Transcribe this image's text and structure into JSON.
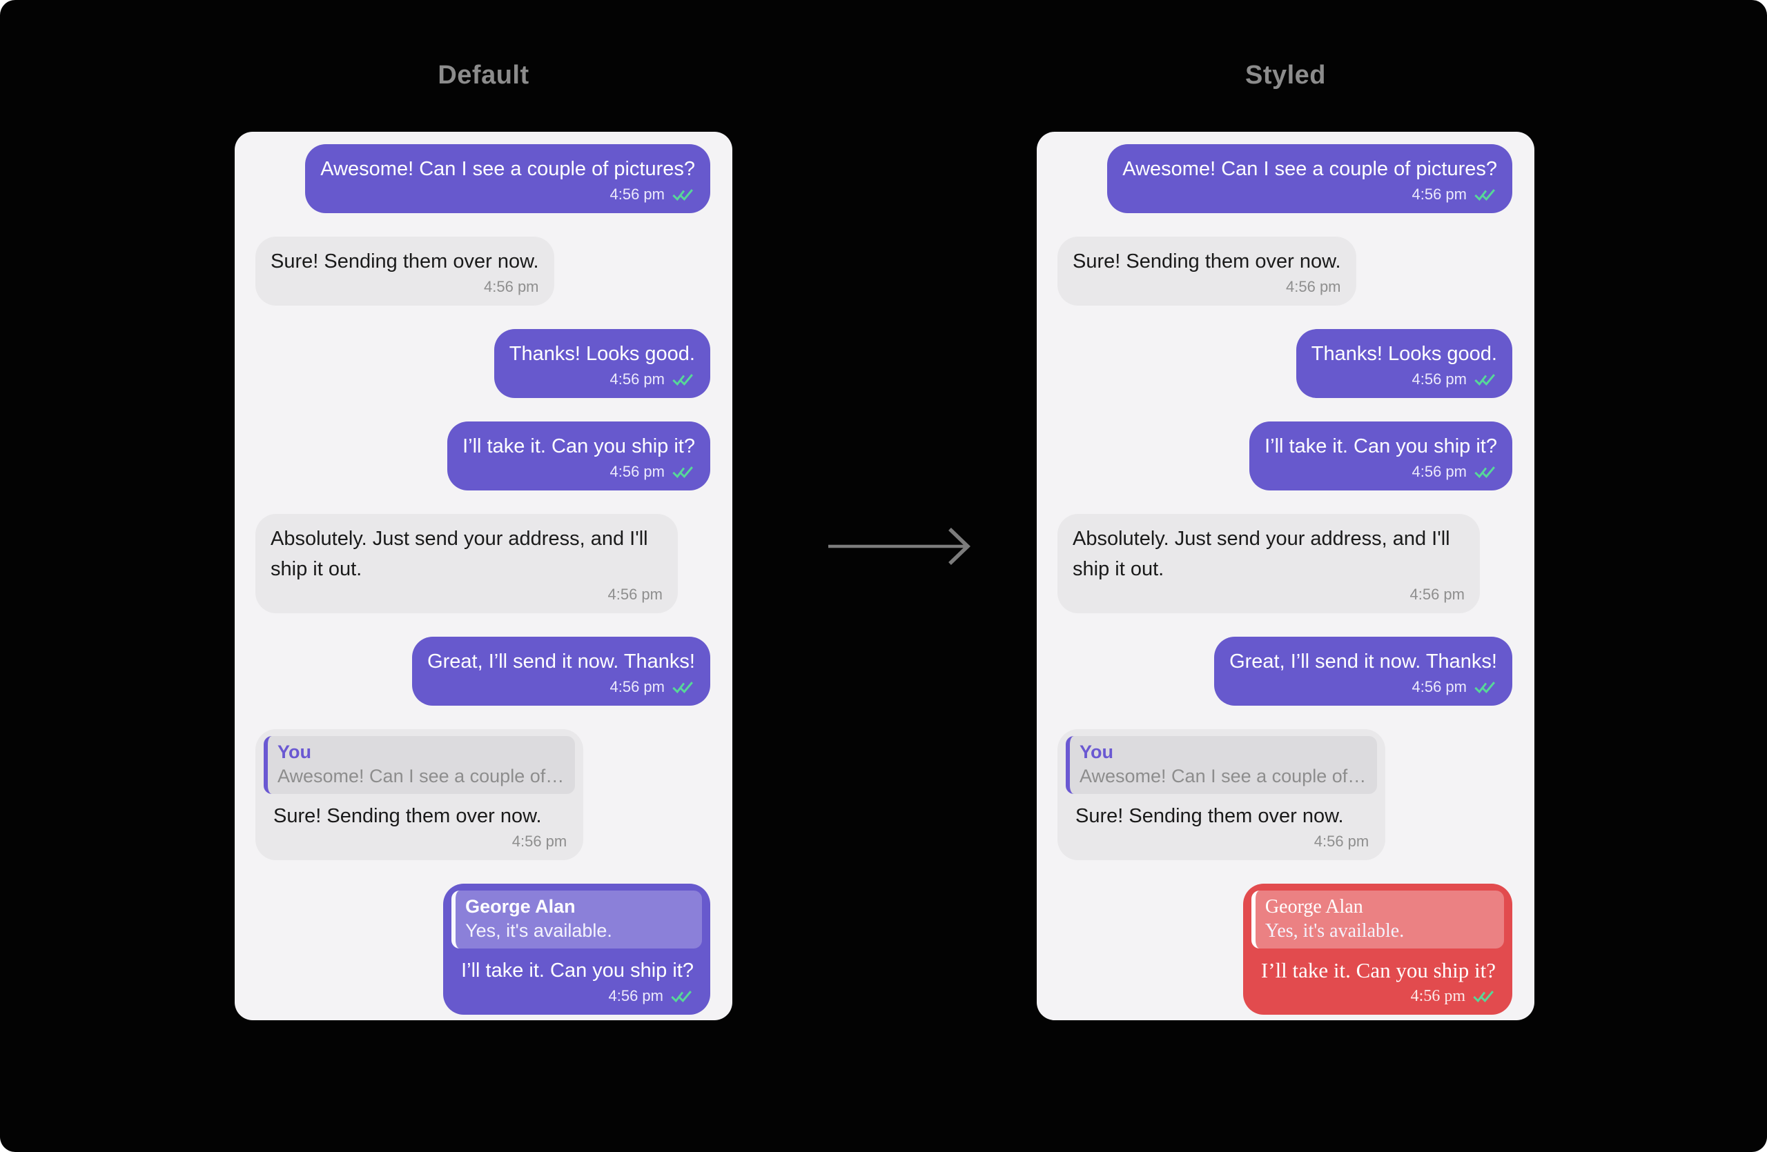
{
  "panels": [
    {
      "title": "Default"
    },
    {
      "title": "Styled"
    }
  ],
  "messages": [
    {
      "direction": "out",
      "text": "Awesome! Can I see a couple of pictures?",
      "time": "4:56 pm",
      "status_icon": "double-check-icon"
    },
    {
      "direction": "in",
      "text": "Sure! Sending them over now.",
      "time": "4:56 pm"
    },
    {
      "direction": "out",
      "text": "Thanks! Looks good.",
      "time": "4:56 pm",
      "status_icon": "double-check-icon"
    },
    {
      "direction": "out",
      "text": "I’ll take it. Can you ship it?",
      "time": "4:56 pm",
      "status_icon": "double-check-icon"
    },
    {
      "direction": "in",
      "text": "Absolutely. Just send your address, and I'll ship it out.",
      "time": "4:56 pm"
    },
    {
      "direction": "out",
      "text": "Great, I’ll send it now. Thanks!",
      "time": "4:56 pm",
      "status_icon": "double-check-icon"
    },
    {
      "direction": "in",
      "reply": {
        "author": "You",
        "text": "Awesome! Can I see a couple of…"
      },
      "text": "Sure! Sending them over now.",
      "time": "4:56 pm"
    },
    {
      "direction": "out",
      "reply": {
        "author": "George Alan",
        "text": "Yes, it's available."
      },
      "text": "I’ll take it. Can you ship it?",
      "time": "4:56 pm",
      "status_icon": "double-check-icon"
    }
  ],
  "icons": {
    "arrow": "right-arrow-icon",
    "receipt": "double-check-icon"
  },
  "colors": {
    "canvas": "#030303",
    "panel_bg": "#f4f3f5",
    "outgoing_purple": "#6759cd",
    "incoming_gray": "#e9e8ea",
    "styled_red": "#e24b4e",
    "check_green": "#57d898",
    "title_gray": "#8c8c8c",
    "arrow_gray": "#7c7c7c",
    "quote_accent_purple": "#6a58d2"
  }
}
